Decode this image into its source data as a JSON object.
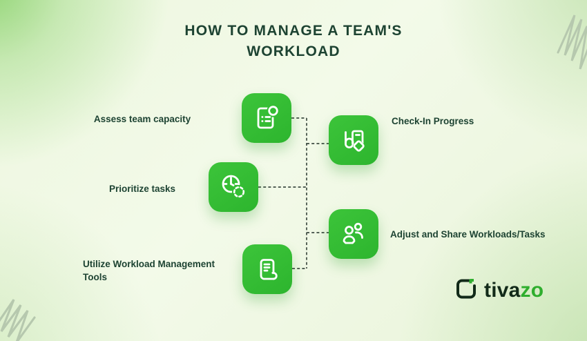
{
  "title": {
    "line1": "HOW TO MANAGE A TEAM'S",
    "line2": "WORKLOAD"
  },
  "steps": [
    {
      "label": "Assess team capacity",
      "side": "left",
      "icon": "report-with-status-dot-icon"
    },
    {
      "label": "Check-In Progress",
      "side": "right",
      "icon": "document-with-tag-icon"
    },
    {
      "label": "Prioritize tasks",
      "side": "left",
      "icon": "double-clock-icon"
    },
    {
      "label": "Adjust and Share Workloads/Tasks",
      "side": "right",
      "icon": "team-people-icon"
    },
    {
      "label": "Utilize Workload Management Tools",
      "side": "left",
      "icon": "receipt-list-icon"
    }
  ],
  "logo": {
    "text_dark": "tiva",
    "text_green": "zo",
    "mark": "open-square-with-corner-check-icon"
  },
  "colors": {
    "tile_green": "#32be32",
    "title_text": "#1d4332",
    "label_text": "#1d4332",
    "connector": "#3d4b41",
    "logo_dark": "#122a19",
    "logo_green": "#2fae2e",
    "scribble": "#b6c8ae",
    "background_base": "#f0f8e6",
    "background_blob": "#7ccd5c"
  }
}
